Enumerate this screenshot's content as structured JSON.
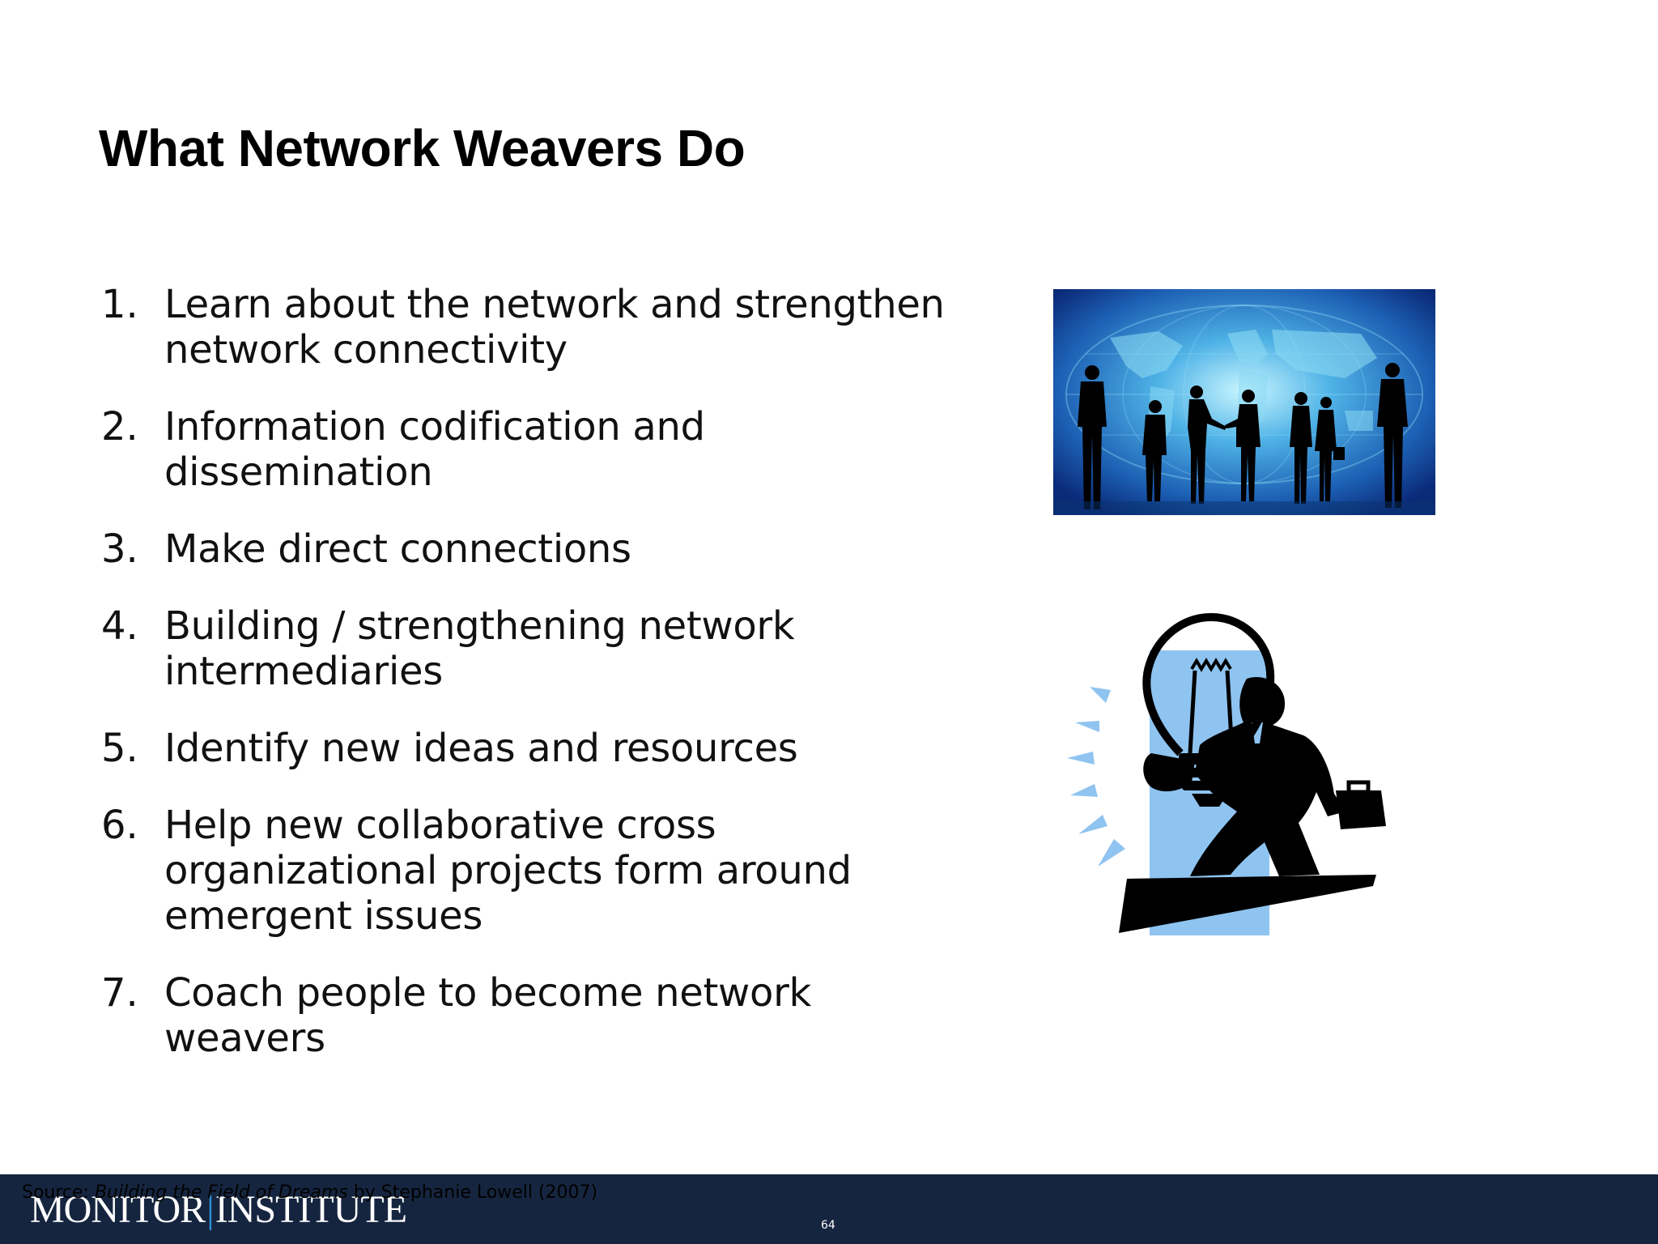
{
  "slide": {
    "title": "What Network Weavers Do",
    "items": [
      {
        "num": "1.",
        "lines": [
          "Learn about the network and strengthen",
          "network connectivity"
        ]
      },
      {
        "num": "2.",
        "lines": [
          "Information codification and",
          "dissemination"
        ]
      },
      {
        "num": "3.",
        "lines": [
          "Make direct connections"
        ]
      },
      {
        "num": "4.",
        "lines": [
          "Building / strengthening network",
          "intermediaries"
        ]
      },
      {
        "num": "5.",
        "lines": [
          "Identify new ideas and resources"
        ]
      },
      {
        "num": "6.",
        "lines": [
          "Help new collaborative cross",
          "organizational projects form around",
          "emergent issues"
        ]
      },
      {
        "num": "7.",
        "lines": [
          "Coach people to become network",
          "weavers"
        ]
      }
    ]
  },
  "images": {
    "top": "business-people-globe-silhouette",
    "bottom": "man-with-lightbulb-clipart"
  },
  "footer": {
    "source_prefix": "Source: ",
    "source_title": "Building the Field of Dreams",
    "source_suffix": " by Stephanie Lowell (2007)",
    "logo_left": "MONITOR",
    "logo_right": "INSTITUTE",
    "page_number": "64"
  },
  "colors": {
    "footer_bg": "#16253f",
    "accent_blue": "#2b8fd6",
    "clipart_blue": "#8fc4f0"
  }
}
